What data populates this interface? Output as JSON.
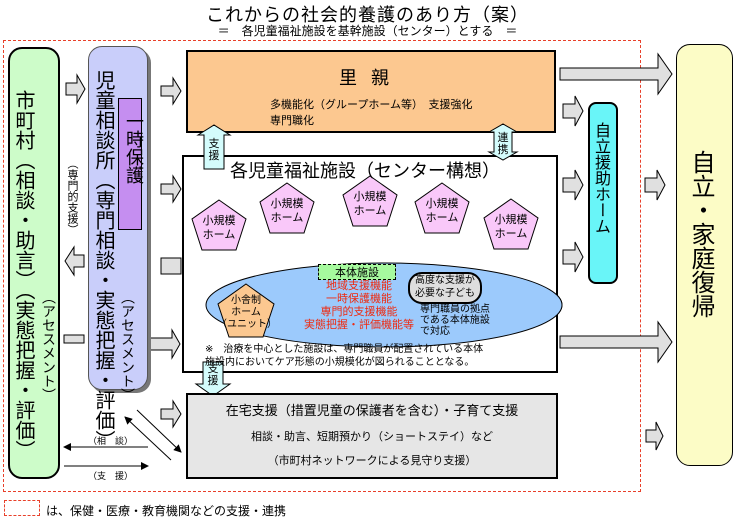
{
  "title": "これからの社会的養護のあり方（案）",
  "subtitle": "＝　各児童福祉施設を基幹施設（センター）とする　＝",
  "colors": {
    "city": "#cdfcc9",
    "kids_center": "#c9cefa",
    "temp_protection": "#c58ef0",
    "foster": "#fcc890",
    "small_home": "#f9c8f9",
    "ellipse": "#9ccafc",
    "honbu": "#a6fa9e",
    "red_text": "#ee2a10",
    "home_support": "#e6e6e6",
    "self_reliance_home": "#69f5f8",
    "independence": "#fcfcc6",
    "dashed_frame": "#e8402a",
    "arrow_fill": "#e0e0e0"
  },
  "city": {
    "label": "市町村（相談・助言）（実態把握・評価）",
    "sub": "（アセスメント）"
  },
  "professional_support": "（専門的支援）",
  "kids_center": {
    "label": "児童相談所（専門相談・実態把握・評価）",
    "sub": "（アセスメント）",
    "temp_protection": "一時保護"
  },
  "foster": {
    "title": "里親",
    "line1": "多機能化（グループホーム等）　支援強化",
    "line2": "専門職化"
  },
  "tags": {
    "support_top": "支援",
    "cooperation": "連携",
    "support_bottom": "支援"
  },
  "center": {
    "title": "各児童福祉施設（センター構想）",
    "small_homes": [
      "小規模ホーム",
      "小規模ホーム",
      "小規模ホーム",
      "小規模ホーム",
      "小規模ホーム"
    ],
    "small_home_line1": "小規模",
    "small_home_line2": "ホーム",
    "unit_home": [
      "小舎制",
      "ホーム",
      "（ユニット）"
    ],
    "honbu": "本体施設",
    "functions": [
      "地域支援機能",
      "一時保護機能",
      "専門的支援機能",
      "実態把握・評価機能等"
    ],
    "high_support": [
      "高度な支援が",
      "必要な子ども"
    ],
    "hq_text": [
      "専門職員の拠点",
      "である本体施設",
      "で対応"
    ],
    "note_line1": "※　治療を中心とした施設は、専門職員が配置されている本体",
    "note_line2": "施設内においてケア形態の小規模化が図られることとなる。"
  },
  "home_support": {
    "line1": "在宅支援（措置児童の保護者を含む）・子育て支援",
    "line2": "相談・助言、短期預かり（ショートステイ）など",
    "line3": "（市町村ネットワークによる見守り支援）"
  },
  "consult_label": "（相　談）",
  "support_label": "（支　援）",
  "self_reliance_home": "自立援助ホーム",
  "independence": "自立・家庭復帰",
  "legend": "は、保健・医療・教育機関などの支援・連携"
}
